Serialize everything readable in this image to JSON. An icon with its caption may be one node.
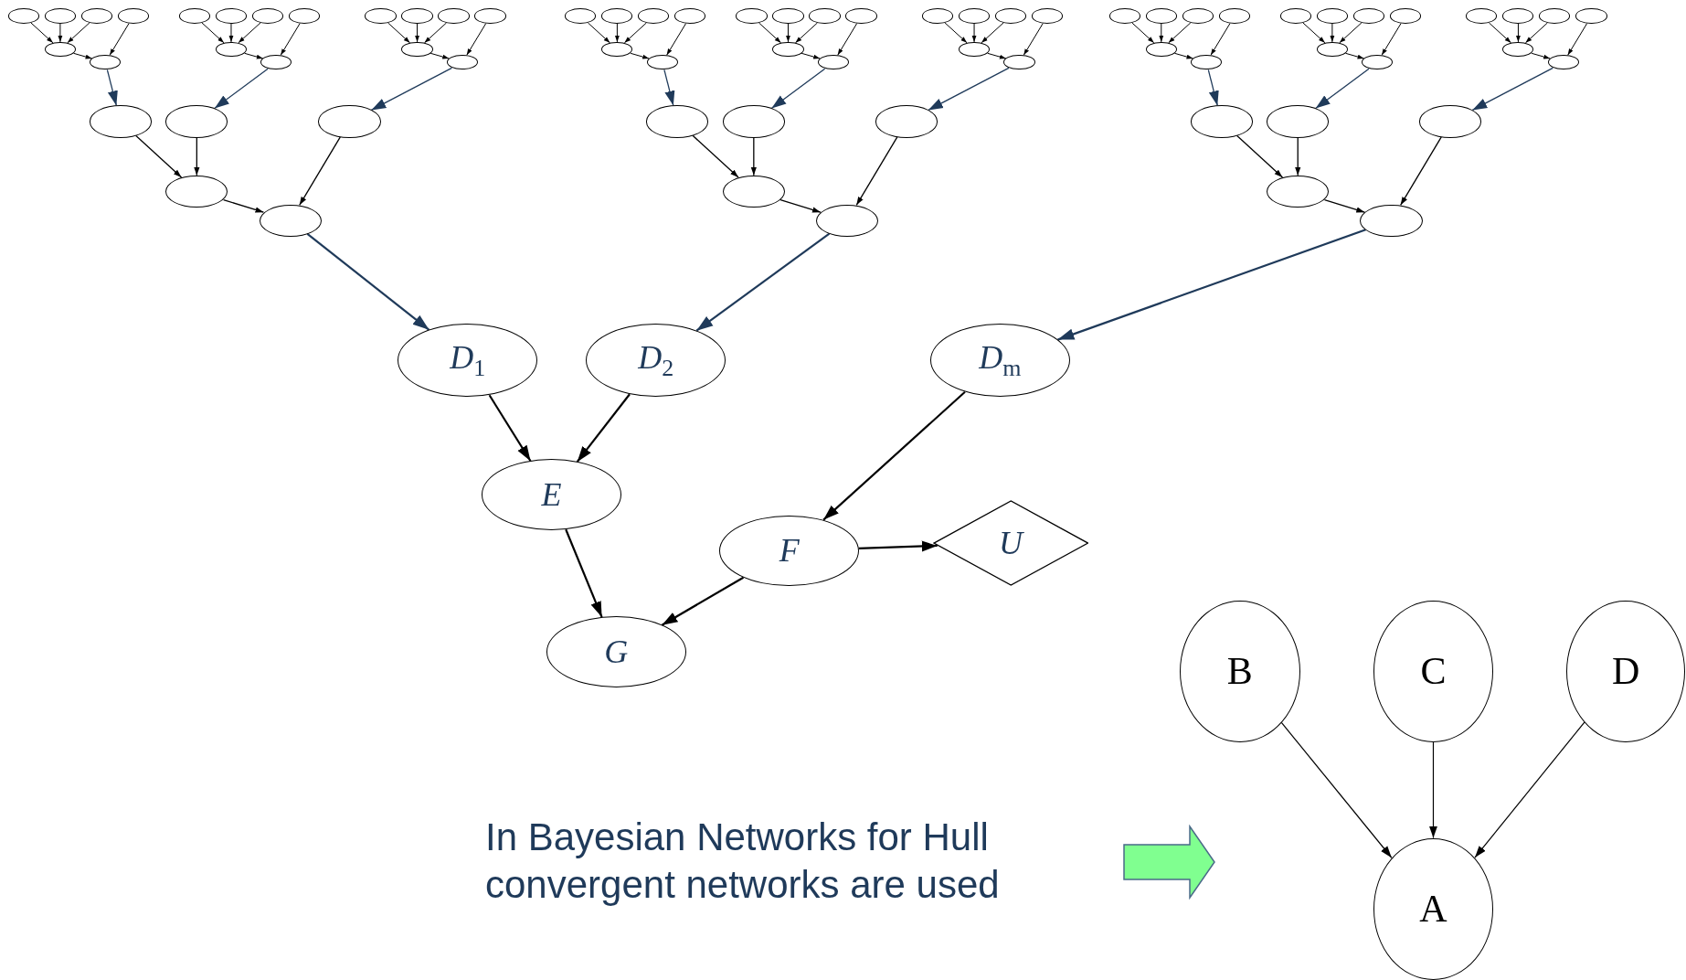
{
  "diagram": {
    "nodes": [
      {
        "text": [],
        "shape": "ellipse"
      },
      {
        "text": [],
        "shape": "ellipse"
      },
      {
        "text": [],
        "shape": "ellipse"
      },
      {
        "text": [],
        "shape": "ellipse"
      },
      {
        "text": [],
        "shape": "ellipse"
      },
      {
        "text": [],
        "shape": "ellipse"
      },
      {
        "text": [],
        "shape": "ellipse"
      },
      {
        "text": [],
        "shape": "ellipse"
      },
      {
        "text": [],
        "shape": "ellipse"
      },
      {
        "text": [],
        "shape": "ellipse"
      },
      {
        "text": [],
        "shape": "ellipse"
      },
      {
        "text": [],
        "shape": "ellipse"
      },
      {
        "text": [],
        "shape": "ellipse"
      },
      {
        "text": [],
        "shape": "ellipse"
      },
      {
        "text": [],
        "shape": "ellipse"
      },
      {
        "text": [],
        "shape": "ellipse"
      },
      {
        "text": [],
        "shape": "ellipse"
      },
      {
        "text": [],
        "shape": "ellipse"
      },
      {
        "text": [],
        "shape": "ellipse"
      },
      {
        "text": [],
        "shape": "ellipse"
      },
      {
        "text": [],
        "shape": "ellipse"
      },
      {
        "text": [],
        "shape": "ellipse"
      },
      {
        "text": [],
        "shape": "ellipse"
      },
      {
        "text": [],
        "shape": "ellipse"
      },
      {
        "text": [],
        "shape": "ellipse"
      },
      {
        "text": [],
        "shape": "ellipse"
      },
      {
        "text": [],
        "shape": "ellipse"
      },
      {
        "text": [],
        "shape": "ellipse"
      },
      {
        "text": [],
        "shape": "ellipse"
      },
      {
        "text": [],
        "shape": "ellipse"
      },
      {
        "text": [],
        "shape": "ellipse"
      },
      {
        "text": [],
        "shape": "ellipse"
      },
      {
        "text": [],
        "shape": "ellipse"
      },
      {
        "text": [],
        "shape": "ellipse"
      },
      {
        "text": [],
        "shape": "ellipse"
      },
      {
        "text": [],
        "shape": "ellipse"
      },
      {
        "text": [],
        "shape": "ellipse"
      },
      {
        "text": [],
        "shape": "ellipse"
      },
      {
        "text": [],
        "shape": "ellipse"
      },
      {
        "text": [],
        "shape": "ellipse"
      },
      {
        "text": [],
        "shape": "ellipse"
      },
      {
        "text": [],
        "shape": "ellipse"
      },
      {
        "text": [],
        "shape": "ellipse"
      },
      {
        "text": [],
        "shape": "ellipse"
      },
      {
        "text": [],
        "shape": "ellipse"
      },
      {
        "text": [],
        "shape": "ellipse"
      },
      {
        "text": [],
        "shape": "ellipse"
      },
      {
        "text": [],
        "shape": "ellipse"
      },
      {
        "text": [],
        "shape": "ellipse"
      },
      {
        "text": [],
        "shape": "ellipse"
      },
      {
        "text": [],
        "shape": "ellipse"
      },
      {
        "text": [],
        "shape": "ellipse"
      },
      {
        "text": [],
        "shape": "ellipse"
      },
      {
        "text": [],
        "shape": "ellipse"
      },
      {
        "text": [],
        "shape": "ellipse"
      },
      {
        "text": [],
        "shape": "ellipse"
      },
      {
        "text": [],
        "shape": "ellipse"
      },
      {
        "text": [],
        "shape": "ellipse"
      },
      {
        "text": [],
        "shape": "ellipse"
      },
      {
        "text": [],
        "shape": "ellipse"
      },
      {
        "text": [],
        "shape": "ellipse"
      },
      {
        "text": [],
        "shape": "ellipse"
      },
      {
        "text": [],
        "shape": "ellipse"
      },
      {
        "text": [],
        "shape": "ellipse"
      },
      {
        "text": [],
        "shape": "ellipse"
      },
      {
        "text": [],
        "shape": "ellipse"
      },
      {
        "text": [],
        "shape": "ellipse"
      },
      {
        "text": [],
        "shape": "ellipse"
      },
      {
        "text": [],
        "shape": "ellipse"
      },
      {
        "text": [
          "*D*$_{1}$"
        ]
      },
      {
        "text": [
          "*D*$_{2}$"
        ]
      },
      {
        "text": [
          "*D*$_{m}$"
        ]
      },
      {
        "text": [
          "E"
        ]
      },
      {
        "text": [
          "F"
        ]
      },
      {
        "text": [
          "U"
        ]
      },
      {
        "text": [
          "G"
        ]
      },
      {
        "text": [
          "B"
        ]
      },
      {
        "text": [
          "C"
        ]
      },
      {
        "text": [
          "D"
        ]
      },
      {
        "text": [
          "A"
        ]
      }
    ],
    "edges": [
      {
        "from": 0,
        "to": 4,
        "arrow": "to"
      },
      {
        "from": 1,
        "to": 4,
        "arrow": "to"
      },
      {
        "from": 2,
        "to": 4,
        "arrow": "to"
      },
      {
        "from": 3,
        "to": 5,
        "arrow": "to"
      },
      {
        "from": 4,
        "to": 5,
        "arrow": "to"
      },
      {
        "from": 5,
        "to": 18,
        "arrow": "to",
        "color": "#1f3a5a"
      },
      {
        "from": 6,
        "to": 10,
        "arrow": "to"
      },
      {
        "from": 7,
        "to": 10,
        "arrow": "to"
      },
      {
        "from": 8,
        "to": 10,
        "arrow": "to"
      },
      {
        "from": 9,
        "to": 11,
        "arrow": "to"
      },
      {
        "from": 10,
        "to": 11,
        "arrow": "to"
      },
      {
        "from": 11,
        "to": 19,
        "arrow": "to",
        "color": "#1f3a5a"
      },
      {
        "from": 12,
        "to": 16,
        "arrow": "to"
      },
      {
        "from": 13,
        "to": 16,
        "arrow": "to"
      },
      {
        "from": 14,
        "to": 16,
        "arrow": "to"
      },
      {
        "from": 15,
        "to": 17,
        "arrow": "to"
      },
      {
        "from": 16,
        "to": 17,
        "arrow": "to"
      },
      {
        "from": 17,
        "to": 20,
        "arrow": "to",
        "color": "#1f3a5a"
      },
      {
        "from": 18,
        "to": 21,
        "arrow": "to"
      },
      {
        "from": 19,
        "to": 21,
        "arrow": "to"
      },
      {
        "from": 20,
        "to": 22,
        "arrow": "to"
      },
      {
        "from": 21,
        "to": 22,
        "arrow": "to"
      },
      {
        "from": 22,
        "to": 69,
        "arrow": "to",
        "color": "#1f3a5a"
      },
      {
        "from": 23,
        "to": 27,
        "arrow": "to"
      },
      {
        "from": 24,
        "to": 27,
        "arrow": "to"
      },
      {
        "from": 25,
        "to": 27,
        "arrow": "to"
      },
      {
        "from": 26,
        "to": 28,
        "arrow": "to"
      },
      {
        "from": 27,
        "to": 28,
        "arrow": "to"
      },
      {
        "from": 28,
        "to": 41,
        "arrow": "to",
        "color": "#1f3a5a"
      },
      {
        "from": 29,
        "to": 33,
        "arrow": "to"
      },
      {
        "from": 30,
        "to": 33,
        "arrow": "to"
      },
      {
        "from": 31,
        "to": 33,
        "arrow": "to"
      },
      {
        "from": 32,
        "to": 34,
        "arrow": "to"
      },
      {
        "from": 33,
        "to": 34,
        "arrow": "to"
      },
      {
        "from": 34,
        "to": 42,
        "arrow": "to",
        "color": "#1f3a5a"
      },
      {
        "from": 35,
        "to": 39,
        "arrow": "to"
      },
      {
        "from": 36,
        "to": 39,
        "arrow": "to"
      },
      {
        "from": 37,
        "to": 39,
        "arrow": "to"
      },
      {
        "from": 38,
        "to": 40,
        "arrow": "to"
      },
      {
        "from": 39,
        "to": 40,
        "arrow": "to"
      },
      {
        "from": 40,
        "to": 43,
        "arrow": "to",
        "color": "#1f3a5a"
      },
      {
        "from": 41,
        "to": 44,
        "arrow": "to"
      },
      {
        "from": 42,
        "to": 44,
        "arrow": "to"
      },
      {
        "from": 43,
        "to": 45,
        "arrow": "to"
      },
      {
        "from": 44,
        "to": 45,
        "arrow": "to"
      },
      {
        "from": 45,
        "to": 70,
        "arrow": "to",
        "color": "#1f3a5a"
      },
      {
        "from": 46,
        "to": 50,
        "arrow": "to"
      },
      {
        "from": 47,
        "to": 50,
        "arrow": "to"
      },
      {
        "from": 48,
        "to": 50,
        "arrow": "to"
      },
      {
        "from": 49,
        "to": 51,
        "arrow": "to"
      },
      {
        "from": 50,
        "to": 51,
        "arrow": "to"
      },
      {
        "from": 51,
        "to": 64,
        "arrow": "to",
        "color": "#1f3a5a"
      },
      {
        "from": 52,
        "to": 56,
        "arrow": "to"
      },
      {
        "from": 53,
        "to": 56,
        "arrow": "to"
      },
      {
        "from": 54,
        "to": 56,
        "arrow": "to"
      },
      {
        "from": 55,
        "to": 57,
        "arrow": "to"
      },
      {
        "from": 56,
        "to": 57,
        "arrow": "to"
      },
      {
        "from": 57,
        "to": 65,
        "arrow": "to",
        "color": "#1f3a5a"
      },
      {
        "from": 58,
        "to": 62,
        "arrow": "to"
      },
      {
        "from": 59,
        "to": 62,
        "arrow": "to"
      },
      {
        "from": 60,
        "to": 62,
        "arrow": "to"
      },
      {
        "from": 61,
        "to": 63,
        "arrow": "to"
      },
      {
        "from": 62,
        "to": 63,
        "arrow": "to"
      },
      {
        "from": 63,
        "to": 66,
        "arrow": "to",
        "color": "#1f3a5a"
      },
      {
        "from": 64,
        "to": 67,
        "arrow": "to"
      },
      {
        "from": 65,
        "to": 67,
        "arrow": "to"
      },
      {
        "from": 66,
        "to": 68,
        "arrow": "to"
      },
      {
        "from": 67,
        "to": 68,
        "arrow": "to"
      },
      {
        "from": 68,
        "to": 71,
        "arrow": "to",
        "color": "#1f3a5a"
      },
      {
        "from": 69,
        "to": 72,
        "arrow": "to"
      },
      {
        "from": 70,
        "to": 72,
        "arrow": "to"
      },
      {
        "from": 71,
        "to": 73,
        "arrow": "to"
      },
      {
        "from": 72,
        "to": 75,
        "arrow": "to"
      },
      {
        "from": 73,
        "to": 75,
        "arrow": "to"
      },
      {
        "from": 73,
        "to": 74,
        "arrow": "to"
      },
      {
        "from": 76,
        "to": 79,
        "arrow": "to"
      },
      {
        "from": 77,
        "to": 79,
        "arrow": "to"
      },
      {
        "from": 78,
        "to": 79,
        "arrow": "to"
      }
    ],
    "labels": [
      "In Bayesian Networks for Hull convergent networks are used"
    ]
  }
}
